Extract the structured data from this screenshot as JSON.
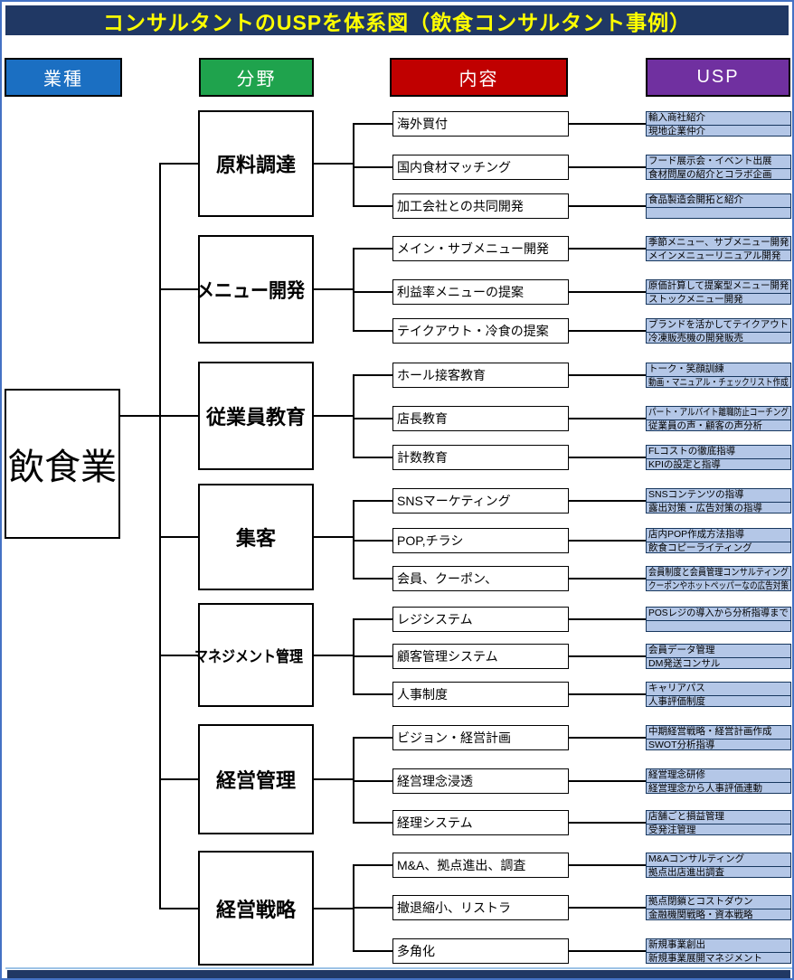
{
  "title": "コンサルタントのUSPを体系図（飲食コンサルタント事例）",
  "colors": {
    "title_bg": "#203864",
    "title_fg": "#FFFF00",
    "industry_col": "#1B6FC2",
    "field_col": "#1FA34D",
    "content_col": "#C00000",
    "usp_col": "#7030A0",
    "usp_cell_bg": "#B4C7E7",
    "bottom_bar": "#203864"
  },
  "columns": [
    {
      "id": "industry",
      "label": "業種"
    },
    {
      "id": "field",
      "label": "分野"
    },
    {
      "id": "content",
      "label": "内容"
    },
    {
      "id": "usp",
      "label": "USP"
    }
  ],
  "industry": {
    "label": "飲食業"
  },
  "sections": [
    {
      "field": "原料調達",
      "items": [
        {
          "content": "海外買付",
          "usp": [
            "輸入商社紹介",
            "現地企業仲介"
          ]
        },
        {
          "content": "国内食材マッチング",
          "usp": [
            "フード展示会・イベント出展",
            "食材問屋の紹介とコラボ企画"
          ]
        },
        {
          "content": "加工会社との共同開発",
          "usp": [
            "食品製造会開拓と紹介",
            ""
          ]
        }
      ]
    },
    {
      "field": "メニュー開発",
      "items": [
        {
          "content": "メイン・サブメニュー開発",
          "usp": [
            "季節メニュー、サブメニュー開発",
            "メインメニューリニュアル開発"
          ]
        },
        {
          "content": "利益率メニューの提案",
          "usp": [
            "原価計算して提案型メニュー開発",
            "ストックメニュー開発"
          ]
        },
        {
          "content": "テイクアウト・冷食の提案",
          "usp": [
            "ブランドを活かしてテイクアウト",
            "冷凍販売機の開発販売"
          ]
        }
      ]
    },
    {
      "field": "従業員教育",
      "items": [
        {
          "content": "ホール接客教育",
          "usp": [
            "トーク・笑顔訓練",
            "動画・マニュアル・チェックリスト作成"
          ]
        },
        {
          "content": "店長教育",
          "usp": [
            "パート・アルバイト離職防止コーチング",
            "従業員の声・顧客の声分析"
          ]
        },
        {
          "content": "計数教育",
          "usp": [
            "FLコストの徹底指導",
            "KPIの設定と指導"
          ]
        }
      ]
    },
    {
      "field": "集客",
      "items": [
        {
          "content": "SNSマーケティング",
          "usp": [
            "SNSコンテンツの指導",
            "露出対策・広告対策の指導"
          ]
        },
        {
          "content": "POP,チラシ",
          "usp": [
            "店内POP作成方法指導",
            "飲食コピーライティング"
          ]
        },
        {
          "content": "会員、クーポン、",
          "usp": [
            "会員制度と会員管理コンサルティング",
            "クーポンやホットペッパーなの広告対策"
          ]
        }
      ]
    },
    {
      "field": "マネジメント管理",
      "items": [
        {
          "content": "レジシステム",
          "usp": [
            "POSレジの導入から分析指導まで",
            ""
          ]
        },
        {
          "content": "顧客管理システム",
          "usp": [
            "会員データ管理",
            "DM発送コンサル"
          ]
        },
        {
          "content": "人事制度",
          "usp": [
            "キャリアパス",
            "人事評価制度"
          ]
        }
      ]
    },
    {
      "field": "経営管理",
      "items": [
        {
          "content": "ビジョン・経営計画",
          "usp": [
            "中期経営戦略・経営計画作成",
            "SWOT分析指導"
          ]
        },
        {
          "content": "経営理念浸透",
          "usp": [
            "経営理念研修",
            "経営理念から人事評価連動"
          ]
        },
        {
          "content": "経理システム",
          "usp": [
            "店舗ごと損益管理",
            "受発注管理"
          ]
        }
      ]
    },
    {
      "field": "経営戦略",
      "items": [
        {
          "content": "M&A、拠点進出、調査",
          "usp": [
            "M&Aコンサルティング",
            "拠点出店進出調査"
          ]
        },
        {
          "content": "撤退縮小、リストラ",
          "usp": [
            "拠点閉鎖とコストダウン",
            "金融機関戦略・資本戦略"
          ]
        },
        {
          "content": "多角化",
          "usp": [
            "新規事業創出",
            "新規事業展開マネジメント"
          ]
        }
      ]
    }
  ]
}
